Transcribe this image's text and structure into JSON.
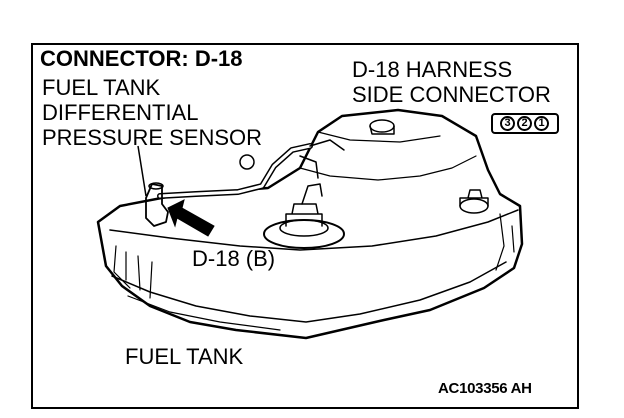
{
  "title": "CONNECTOR: D-18",
  "sensor_label": {
    "line1": "FUEL TANK",
    "line2": "DIFFERENTIAL",
    "line3": "PRESSURE SENSOR"
  },
  "harness_label": {
    "line1": "D-18 HARNESS",
    "line2": "SIDE CONNECTOR"
  },
  "connector_pins": [
    "3",
    "2",
    "1"
  ],
  "connector_callout": "D-18 (B)",
  "tank_label": "FUEL TANK",
  "figure_code": "AC103356 AH"
}
